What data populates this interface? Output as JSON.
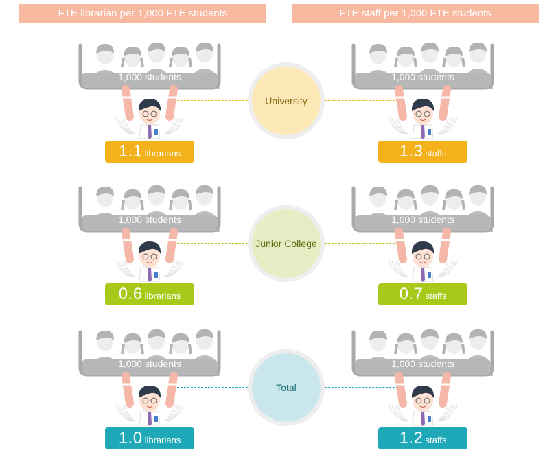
{
  "headers": {
    "left": "FTE librarian per 1,000 FTE students",
    "right": "FTE staff per 1,000 FTE students"
  },
  "tray_label": "1,000 students",
  "rows": [
    {
      "category": "University",
      "color": "#f3b11b",
      "circle_color": "#fde9b8",
      "text_color": "#8a6a14",
      "line_color": "#f3b11b",
      "librarian_value": "1.1",
      "librarian_unit": "librarians",
      "staff_value": "1.3",
      "staff_unit": "staffs"
    },
    {
      "category": "Junior College",
      "color": "#a8c81a",
      "circle_color": "#e4edc3",
      "text_color": "#5d6e12",
      "line_color": "#a8c81a",
      "librarian_value": "0.6",
      "librarian_unit": "librarians",
      "staff_value": "0.7",
      "staff_unit": "staffs"
    },
    {
      "category": "Total",
      "color": "#1ea8b8",
      "circle_color": "#c9e7ec",
      "text_color": "#166b76",
      "line_color": "#1ea8b8",
      "librarian_value": "1.0",
      "librarian_unit": "librarians",
      "staff_value": "1.2",
      "staff_unit": "staffs"
    }
  ]
}
